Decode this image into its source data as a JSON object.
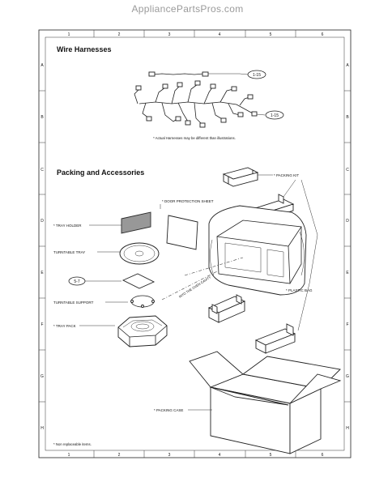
{
  "site_watermark": "AppliancePartsPros.com",
  "grid": {
    "columns": [
      "1",
      "2",
      "3",
      "4",
      "5",
      "6"
    ],
    "rows": [
      "A",
      "B",
      "C",
      "D",
      "E",
      "F",
      "G",
      "H"
    ]
  },
  "sections": {
    "wire": {
      "title": "Wire Harnesses",
      "ref_top": "1-15",
      "ref_bottom": "1-15",
      "note": "* Actual Harnesses may be different than illustrations."
    },
    "packing": {
      "title": "Packing and Accessories",
      "labels": {
        "packing_kit": "* PACKING KIT",
        "door_protection_sheet": "* DOOR PROTECTION SHEET",
        "tray_holder": "* TRAY HOLDER",
        "turntable_tray": "TURNTABLE TRAY",
        "callout_5_7": "5-7",
        "turntable_support": "TURNTABLE SUPPORT",
        "into_oven_cavity": "INTO THE OVEN CAVITY",
        "plastic_bag": "* PLASTIC BAG",
        "tray_pack": "* TRAY PACK",
        "packing_case": "* PACKING CASE"
      }
    }
  },
  "footnote": "* Non replaceable items."
}
